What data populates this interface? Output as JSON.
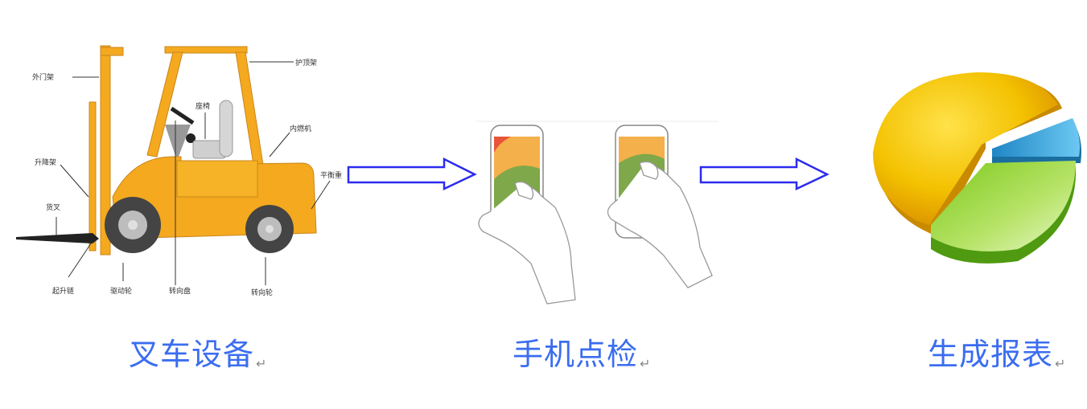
{
  "flow": {
    "steps": [
      {
        "caption": "叉车设备",
        "icon": "forklift-illustration"
      },
      {
        "caption": "手机点检",
        "icon": "hands-holding-phones-illustration"
      },
      {
        "caption": "生成报表",
        "icon": "3d-pie-chart-illustration"
      }
    ],
    "paragraph_mark": "↵",
    "arrows": [
      {
        "from": "叉车设备",
        "to": "手机点检",
        "color": "#2b2bf0"
      },
      {
        "from": "手机点检",
        "to": "生成报表",
        "color": "#2b2bf0"
      }
    ]
  },
  "forklift_labels": {
    "mast": "外门架",
    "overhead_guard": "护顶架",
    "seat": "座椅",
    "engine": "内燃机",
    "counterweight": "平衡重",
    "lift_bracket": "升降架",
    "fork": "货叉",
    "lift_chain": "起升链",
    "drive_wheel": "驱动轮",
    "steering_wheel": "转向盘",
    "steer_wheel": "转向轮"
  },
  "colors": {
    "caption": "#3b6df0",
    "arrow": "#2b2bf0",
    "forklift_body": "#f5a91f",
    "pie_yellow": "#f3c100",
    "pie_green": "#7cc81a",
    "pie_blue": "#2a9fd8",
    "phone_orange": "#f4b04a",
    "phone_green": "#7ea84a",
    "phone_red": "#e8553a"
  }
}
